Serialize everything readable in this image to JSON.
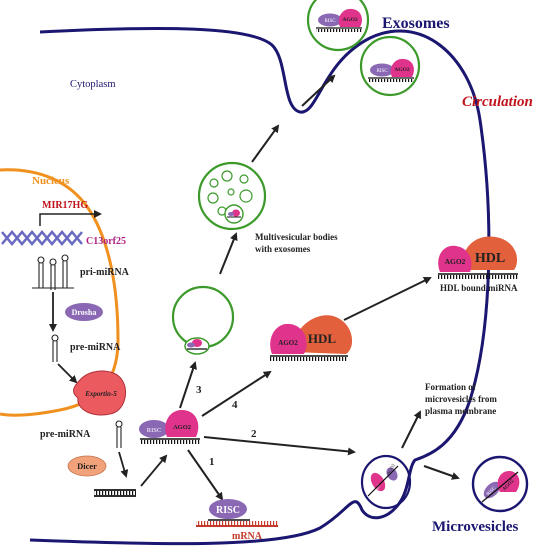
{
  "regions": {
    "cytoplasm": "Cytoplasm",
    "nucleus": "Nucleus",
    "circulation": "Circulation"
  },
  "nucleus": {
    "gene_name": "MIR17HG",
    "locus_name": "C13orf25",
    "pri_mirna": "pri-miRNA",
    "drosha": "Drosha",
    "pre_mirna_inside": "pre-miRNA",
    "exportin": "Exportin-5"
  },
  "cytoplasm": {
    "pre_mirna_outside": "pre-miRNA",
    "dicer": "Dicer",
    "risc_small": "RISC",
    "ago2_small": "AGO2",
    "risc_target": "RISC",
    "mrna": "mRNA",
    "ago2_hdl": "AGO2",
    "hdl": "HDL",
    "mvb_label_line1": "Multivesicular bodies",
    "mvb_label_line2": "with exosomes",
    "microvesicle_formation_line1": "Formation of",
    "microvesicle_formation_line2": "microvesicles from",
    "microvesicle_formation_line3": "plasma membrane"
  },
  "pathways": {
    "p1": "1",
    "p2": "2",
    "p3": "3",
    "p4": "4"
  },
  "exosomes": {
    "title": "Exosomes",
    "risc": "RISC",
    "ago2": "AGO2"
  },
  "circulation": {
    "ago2": "AGO2",
    "hdl": "HDL",
    "hdl_bound_label": "HDL bound miRNA"
  },
  "microvesicles": {
    "title": "Microvesicles",
    "risc": "RISC",
    "ago2": "AGO2"
  },
  "colors": {
    "membrane": "#1b1670",
    "nucleus_border": "#f0901e",
    "vesicle": "#3c9a2a",
    "ago2": "#e0338c",
    "risc": "#8a68b4",
    "hdl": "#e2603c",
    "dicer": "#f2a27a",
    "exportin": "#ea5a5e",
    "mrna": "#c43a2a",
    "circulation_text": "#c0141c",
    "dna": "#6a6ac0",
    "gene_label": "#c0141c",
    "locus_label": "#b02080"
  }
}
